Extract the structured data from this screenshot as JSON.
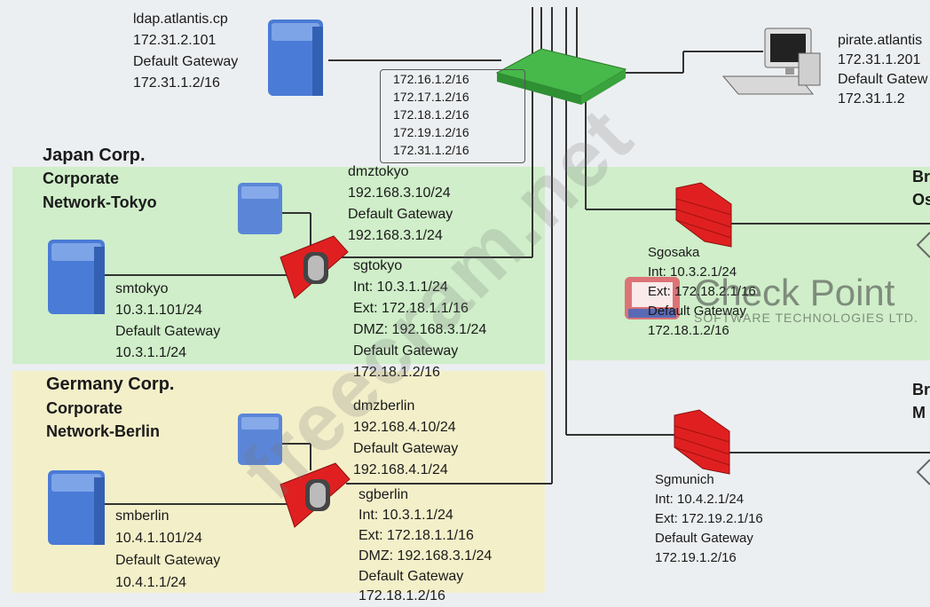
{
  "ldap": {
    "name": "ldap.atlantis.cp",
    "ip": "172.31.2.101",
    "gw_label": "Default Gateway",
    "gw": "172.31.1.2/16"
  },
  "switch_ips": [
    "172.16.1.2/16",
    "172.17.1.2/16",
    "172.18.1.2/16",
    "172.19.1.2/16",
    "172.31.1.2/16"
  ],
  "pirate": {
    "name": "pirate.atlantis",
    "ip": "172.31.1.201",
    "gw_label": "Default Gatew",
    "gw": "172.31.1.2"
  },
  "japan": {
    "title": "Japan Corp.",
    "subtitle1": "Corporate",
    "subtitle2": "Network-Tokyo"
  },
  "dmztokyo": {
    "name": "dmztokyo",
    "ip": "192.168.3.10/24",
    "gw_label": "Default Gateway",
    "gw": "192.168.3.1/24"
  },
  "sgtokyo": {
    "name": "sgtokyo",
    "int": "Int: 10.3.1.1/24",
    "ext": "Ext: 172.18.1.1/16",
    "dmz": "DMZ: 192.168.3.1/24",
    "gw_label": "Default Gateway",
    "gw": "172.18.1.2/16"
  },
  "smtokyo": {
    "name": "smtokyo",
    "ip": "10.3.1.101/24",
    "gw_label": "Default Gateway",
    "gw": "10.3.1.1/24"
  },
  "germany": {
    "title": "Germany Corp.",
    "subtitle1": "Corporate",
    "subtitle2": "Network-Berlin"
  },
  "dmzberlin": {
    "name": "dmzberlin",
    "ip": "192.168.4.10/24",
    "gw_label": "Default Gateway",
    "gw": "192.168.4.1/24"
  },
  "sgberlin": {
    "name": "sgberlin",
    "int": "Int: 10.3.1.1/24",
    "ext": "Ext: 172.18.1.1/16",
    "dmz": "DMZ: 192.168.3.1/24",
    "gw_label": "Default Gateway",
    "gw": "172.18.1.2/16"
  },
  "smberlin": {
    "name": "smberlin",
    "ip": "10.4.1.101/24",
    "gw_label": "Default Gateway",
    "gw": "10.4.1.1/24"
  },
  "sgosaka": {
    "name": "Sgosaka",
    "int": "Int: 10.3.2.1/24",
    "ext": "Ext: 172.18.2.1/16",
    "gw_label": "Default Gateway",
    "gw": "172.18.1.2/16"
  },
  "sgmunich": {
    "name": "Sgmunich",
    "int": "Int: 10.4.2.1/24",
    "ext": "Ext: 172.19.2.1/16",
    "gw_label": "Default Gateway",
    "gw": "172.19.1.2/16"
  },
  "branch_osaka": {
    "line1": "Br",
    "line2": "Os"
  },
  "branch_munich": {
    "line1": "Br",
    "line2": "M"
  },
  "watermark": "freecram.net",
  "checkpoint": {
    "logo": "Check Point",
    "tagline": "SOFTWARE TECHNOLOGIES LTD."
  },
  "colors": {
    "tokyo_bg": "#cfeec9",
    "berlin_bg": "#f3efc9",
    "firewall": "#e02020",
    "server": "#4a7bd6",
    "switch": "#4caf50"
  }
}
